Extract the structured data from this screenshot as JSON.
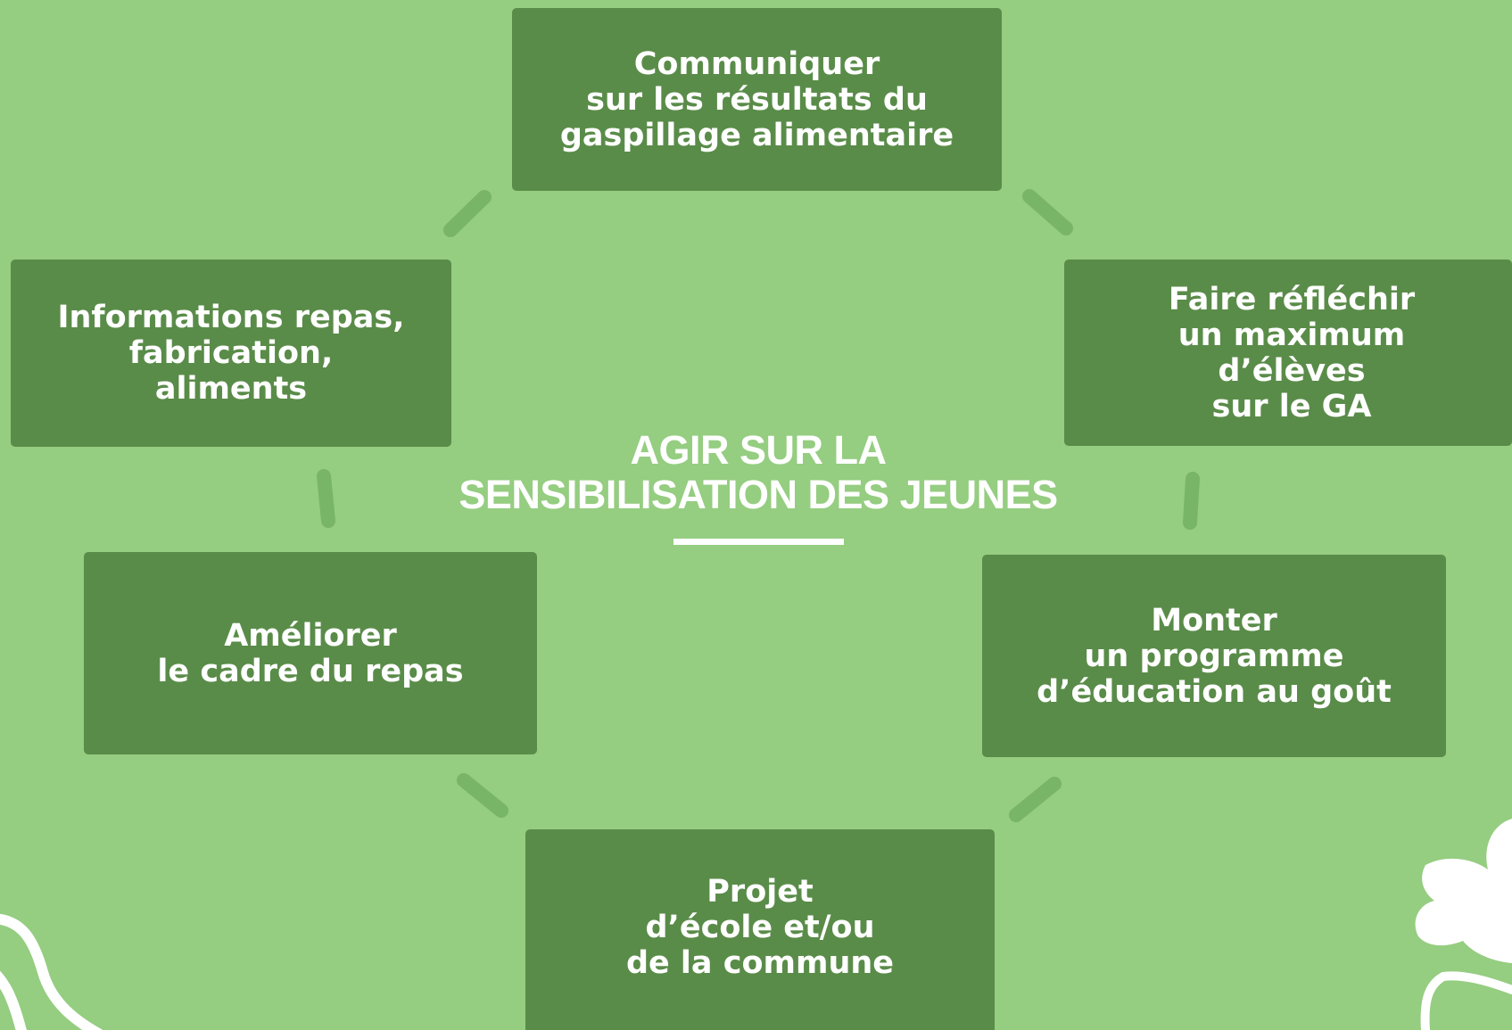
{
  "colors": {
    "background": "#95cd81",
    "box_fill": "#5a8c49",
    "connector": "#79b566",
    "text": "#ffffff",
    "decoration": "#ffffff"
  },
  "center": {
    "title": "AGIR SUR LA\nSENSIBILISATION DES JEUNES"
  },
  "boxes": [
    {
      "id": "top",
      "label": "Communiquer\nsur les résultats du\ngaspillage alimentaire"
    },
    {
      "id": "upper-right",
      "label": "Faire réfléchir\nun maximum d’élèves\nsur le GA"
    },
    {
      "id": "lower-right",
      "label": "Monter\nun programme\nd’éducation au goût"
    },
    {
      "id": "bottom",
      "label": "Projet\nd’école et/ou\nde la commune"
    },
    {
      "id": "lower-left",
      "label": "Améliorer\nle cadre du repas"
    },
    {
      "id": "upper-left",
      "label": "Informations repas,\nfabrication,\naliments"
    }
  ]
}
